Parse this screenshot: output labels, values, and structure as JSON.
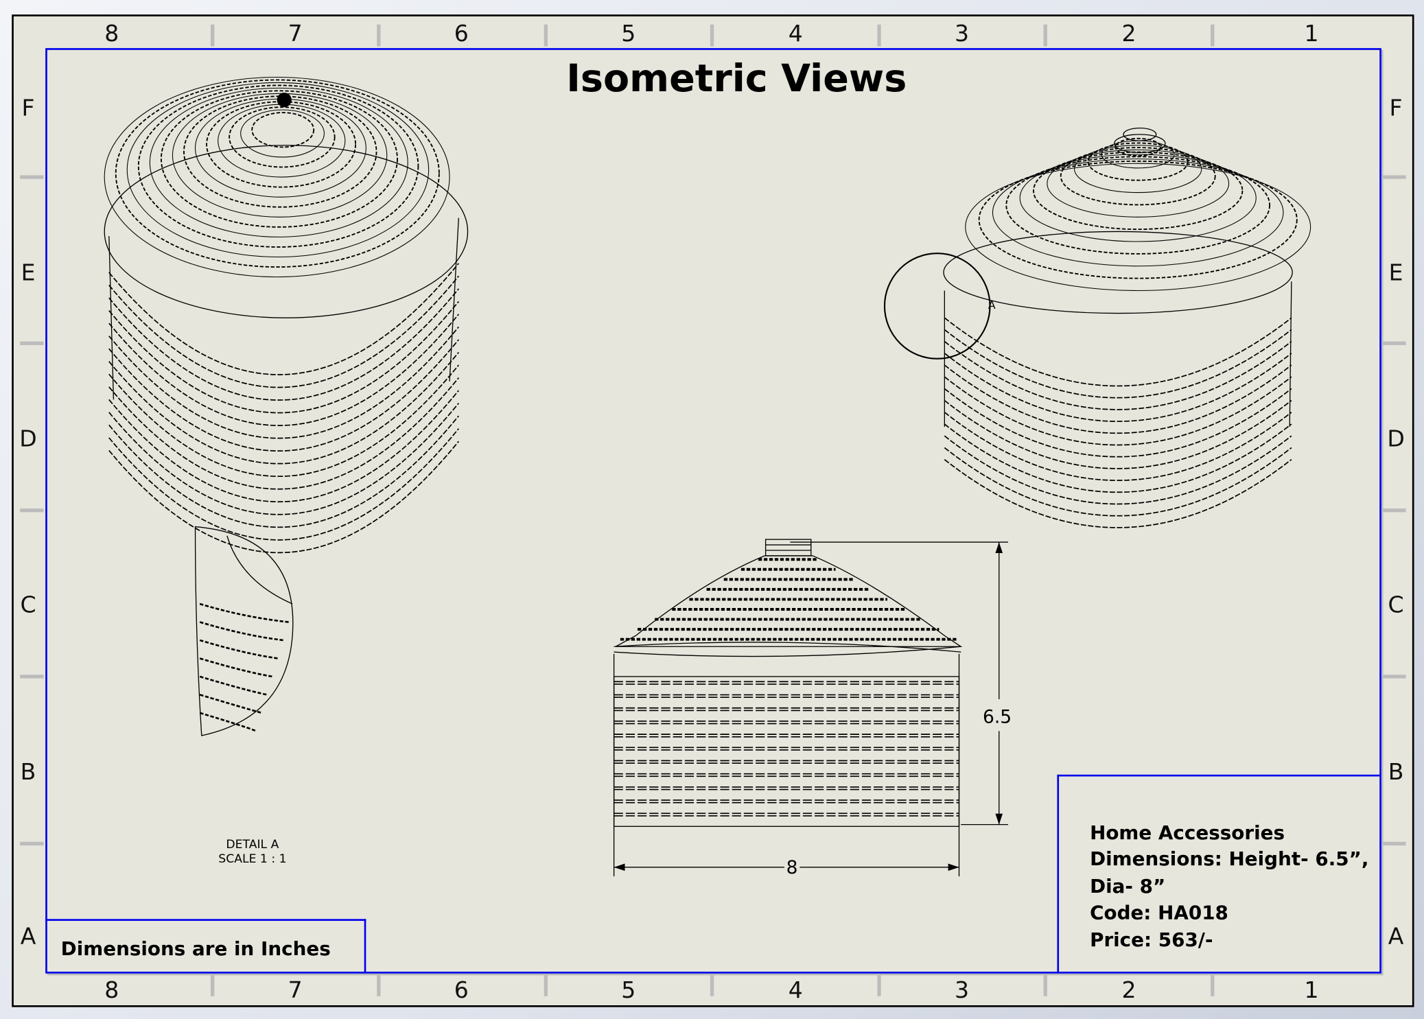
{
  "sheet": {
    "title": "Isometric Views",
    "columns": [
      "8",
      "7",
      "6",
      "5",
      "4",
      "3",
      "2",
      "1"
    ],
    "rows": [
      "F",
      "E",
      "D",
      "C",
      "B",
      "A"
    ],
    "colors": {
      "frame": "#0000ee",
      "paper": "#e6e6dc",
      "ink": "#000000"
    }
  },
  "title_block": {
    "lines": [
      "Home Accessories",
      "Dimensions: Height- 6.5”,",
      "Dia- 8”",
      "Code: HA018",
      "Price: 563/-"
    ]
  },
  "note": "Dimensions are in Inches",
  "detail": {
    "label_line1": "DETAIL A",
    "label_line2": "SCALE 1 : 1",
    "callout": "A"
  },
  "dimensions": {
    "height": "6.5",
    "diameter": "8"
  }
}
